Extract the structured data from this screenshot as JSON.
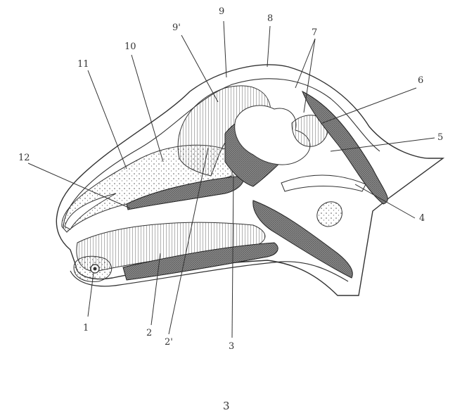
{
  "figure": {
    "caption": "3",
    "labels": {
      "l1": "1",
      "l2": "2",
      "l2p": "2'",
      "l3": "3",
      "l4": "4",
      "l5": "5",
      "l6": "6",
      "l7": "7",
      "l8": "8",
      "l9": "9",
      "l9p": "9'",
      "l10": "10",
      "l11": "11",
      "l12": "12"
    }
  }
}
